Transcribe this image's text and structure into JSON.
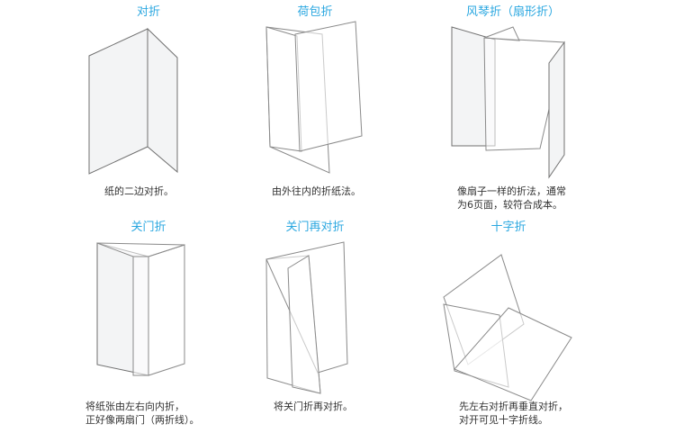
{
  "colors": {
    "title": "#2aa7e0",
    "text": "#333333",
    "stroke": "#707070",
    "paper": "#f3f4f5"
  },
  "items": [
    {
      "title": "对折",
      "desc": "纸的二边对折。"
    },
    {
      "title": "荷包折",
      "desc": "由外往内的折纸法。"
    },
    {
      "title": "风琴折（扇形折）",
      "desc": "像扇子一样的折法，通常\n为6页面，较符合成本。"
    },
    {
      "title": "关门折",
      "desc": "将纸张由左右向内折，\n正好像两扇门（两折线）。"
    },
    {
      "title": "关门再对折",
      "desc": "将关门折再对折。"
    },
    {
      "title": "十字折",
      "desc": "先左右对折再垂直对折，\n对开可见十字折线。"
    }
  ]
}
